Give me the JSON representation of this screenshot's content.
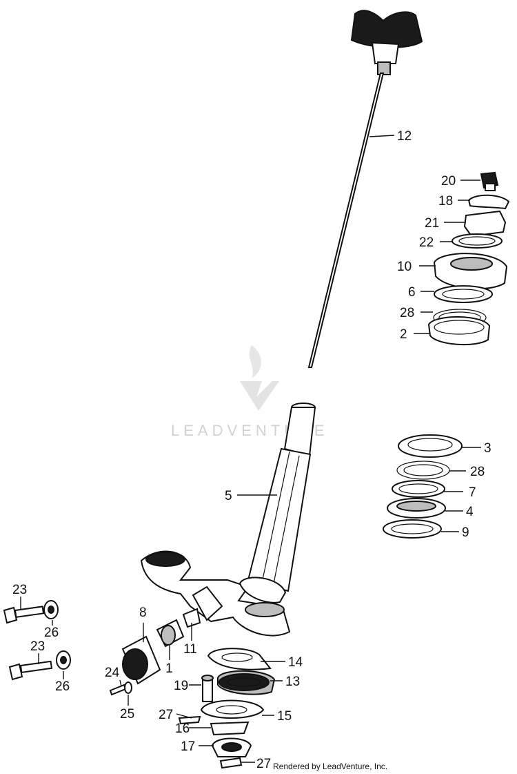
{
  "watermark": {
    "brand_text": "LEADVENTURE"
  },
  "footer": {
    "credit": "Rendered by LeadVenture, Inc."
  },
  "callouts": {
    "c1": "1",
    "c2": "2",
    "c3": "3",
    "c4": "4",
    "c5": "5",
    "c6": "6",
    "c7": "7",
    "c8": "8",
    "c9": "9",
    "c10": "10",
    "c11": "11",
    "c12": "12",
    "c13": "13",
    "c14": "14",
    "c15": "15",
    "c16": "16",
    "c17": "17",
    "c18": "18",
    "c19": "19",
    "c20": "20",
    "c21": "21",
    "c22": "22",
    "c23a": "23",
    "c23b": "23",
    "c24": "24",
    "c25": "25",
    "c26a": "26",
    "c26b": "26",
    "c27a": "27",
    "c27b": "27",
    "c28a": "28",
    "c28b": "28"
  }
}
